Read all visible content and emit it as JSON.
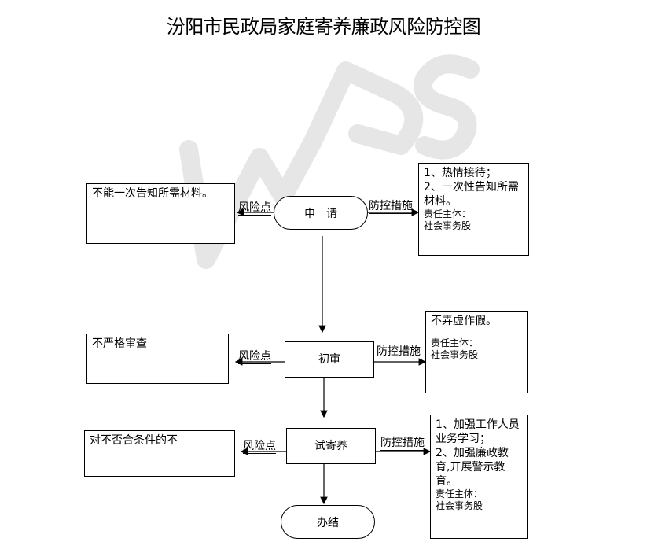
{
  "title": "汾阳市民政局家庭寄养廉政风险防控图",
  "watermark": "WPS",
  "steps": {
    "apply": "申　请",
    "initial": "初审",
    "trial": "试寄养",
    "done": "办结"
  },
  "edge_labels": {
    "risk": "风险点",
    "control": "防控措施"
  },
  "risks": {
    "apply": "不能一次告知所需材料。",
    "initial": "不严格审查",
    "trial": "对不否合条件的不"
  },
  "controls": {
    "apply": {
      "lines": [
        "1、热情接待；",
        "2、一次性告知所需材料。"
      ],
      "resp_title": "责任主体：",
      "resp_unit": "社会事务股"
    },
    "initial": {
      "lines": [
        "不弄虚作假。"
      ],
      "resp_title": "责任主体：",
      "resp_unit": "社会事务股"
    },
    "trial": {
      "lines": [
        "1、加强工作人员业务学习；",
        "2、加强廉政教育,开展警示教育。"
      ],
      "resp_title": "责任主体：",
      "resp_unit": "社会事务股"
    }
  }
}
